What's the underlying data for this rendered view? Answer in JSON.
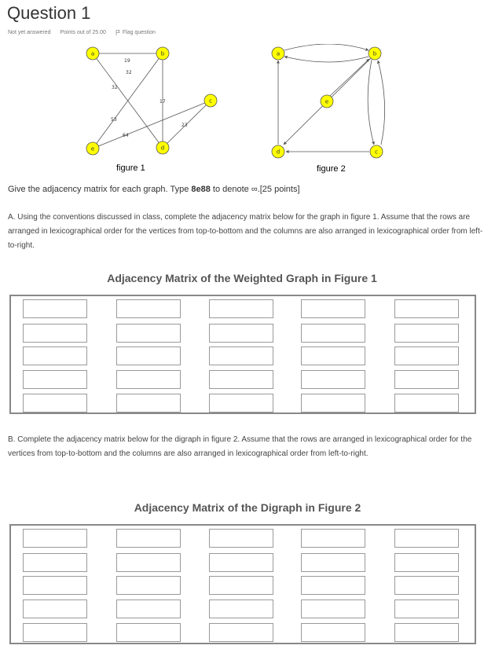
{
  "question": {
    "title": "Question 1",
    "status": "Not yet answered",
    "points": "Points out of 25.00",
    "flag_label": "Flag question"
  },
  "figure1": {
    "caption": "figure 1",
    "vertices": [
      "a",
      "b",
      "c",
      "d",
      "e"
    ],
    "edge_weights": [
      "19",
      "32",
      "17",
      "53",
      "64",
      "23"
    ]
  },
  "figure2": {
    "caption": "figure 2",
    "vertices": [
      "a",
      "b",
      "c",
      "d",
      "e"
    ]
  },
  "prompt": {
    "before": "Give the adjacency matrix for each graph. Type ",
    "bold": "8e88",
    "after": " to denote ∞.[25 points]"
  },
  "partA": {
    "text": "A. Using the conventions discussed in class, complete the adjacency matrix below for the graph in figure 1. Assume that the rows are arranged in lexicographical order for the vertices from top-to-bottom and the columns are also arranged in lexicographical order from left-to-right.",
    "matrix_title": "Adjacency Matrix of the Weighted Graph in Figure 1",
    "cells": [
      "",
      "",
      "",
      "",
      "",
      "",
      "",
      "",
      "",
      "",
      "",
      "",
      "",
      "",
      "",
      "",
      "",
      "",
      "",
      "",
      "",
      "",
      "",
      "",
      ""
    ]
  },
  "partB": {
    "text": "B. Complete the adjacency matrix below for the digraph in figure 2. Assume that the rows are arranged in lexicographical order for the vertices from top-to-bottom and the columns are also arranged in lexicographical order from left-to-right.",
    "matrix_title": "Adjacency Matrix of the Digraph in Figure 2",
    "cells": [
      "",
      "",
      "",
      "",
      "",
      "",
      "",
      "",
      "",
      "",
      "",
      "",
      "",
      "",
      "",
      "",
      "",
      "",
      "",
      "",
      "",
      "",
      "",
      "",
      ""
    ]
  },
  "colors": {
    "vertex_fill": "#ffff00",
    "vertex_stroke": "#555555",
    "edge": "#555555"
  }
}
